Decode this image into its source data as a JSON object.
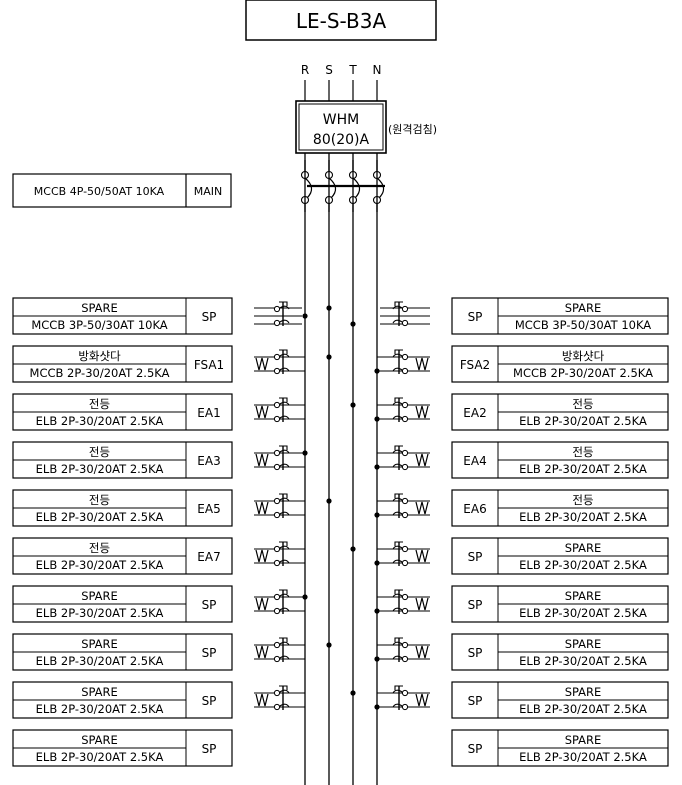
{
  "panel": {
    "title": "LE-S-B3A",
    "phases": [
      "R",
      "S",
      "T",
      "N"
    ],
    "meter": {
      "line1": "WHM",
      "line2": "80(20)A",
      "note": "(원격검침)"
    },
    "main_breaker": {
      "spec": "MCCB 4P-50/50AT 10KA",
      "tag": "MAIN"
    }
  },
  "circuits": [
    {
      "left": {
        "name": "SPARE",
        "spec": "MCCB 3P-50/30AT 10KA",
        "tag": "SP",
        "type": "mccb3p"
      },
      "right": {
        "name": "SPARE",
        "spec": "MCCB 3P-50/30AT 10KA",
        "tag": "SP",
        "type": "mccb3p"
      }
    },
    {
      "left": {
        "name": "방화샷다",
        "spec": "MCCB 2P-30/20AT 2.5KA",
        "tag": "FSA1",
        "type": "elb2p"
      },
      "right": {
        "name": "방화샷다",
        "spec": "MCCB 2P-30/20AT 2.5KA",
        "tag": "FSA2",
        "type": "elb2p"
      }
    },
    {
      "left": {
        "name": "전등",
        "spec": "ELB 2P-30/20AT 2.5KA",
        "tag": "EA1",
        "type": "elb2p"
      },
      "right": {
        "name": "전등",
        "spec": "ELB 2P-30/20AT 2.5KA",
        "tag": "EA2",
        "type": "elb2p"
      }
    },
    {
      "left": {
        "name": "전등",
        "spec": "ELB 2P-30/20AT 2.5KA",
        "tag": "EA3",
        "type": "elb2p"
      },
      "right": {
        "name": "전등",
        "spec": "ELB 2P-30/20AT 2.5KA",
        "tag": "EA4",
        "type": "elb2p"
      }
    },
    {
      "left": {
        "name": "전등",
        "spec": "ELB 2P-30/20AT 2.5KA",
        "tag": "EA5",
        "type": "elb2p"
      },
      "right": {
        "name": "전등",
        "spec": "ELB 2P-30/20AT 2.5KA",
        "tag": "EA6",
        "type": "elb2p"
      }
    },
    {
      "left": {
        "name": "전등",
        "spec": "ELB 2P-30/20AT 2.5KA",
        "tag": "EA7",
        "type": "elb2p"
      },
      "right": {
        "name": "SPARE",
        "spec": "ELB 2P-30/20AT 2.5KA",
        "tag": "SP",
        "type": "elb2p"
      }
    },
    {
      "left": {
        "name": "SPARE",
        "spec": "ELB 2P-30/20AT 2.5KA",
        "tag": "SP",
        "type": "elb2p"
      },
      "right": {
        "name": "SPARE",
        "spec": "ELB 2P-30/20AT 2.5KA",
        "tag": "SP",
        "type": "elb2p"
      }
    },
    {
      "left": {
        "name": "SPARE",
        "spec": "ELB 2P-30/20AT 2.5KA",
        "tag": "SP",
        "type": "elb2p"
      },
      "right": {
        "name": "SPARE",
        "spec": "ELB 2P-30/20AT 2.5KA",
        "tag": "SP",
        "type": "elb2p"
      }
    },
    {
      "left": {
        "name": "SPARE",
        "spec": "ELB 2P-30/20AT 2.5KA",
        "tag": "SP",
        "type": "elb2p"
      },
      "right": {
        "name": "SPARE",
        "spec": "ELB 2P-30/20AT 2.5KA",
        "tag": "SP",
        "type": "elb2p"
      }
    },
    {
      "left": {
        "name": "SPARE",
        "spec": "ELB 2P-30/20AT 2.5KA",
        "tag": "SP",
        "type": "none"
      },
      "right": {
        "name": "SPARE",
        "spec": "ELB 2P-30/20AT 2.5KA",
        "tag": "SP",
        "type": "none"
      }
    }
  ]
}
